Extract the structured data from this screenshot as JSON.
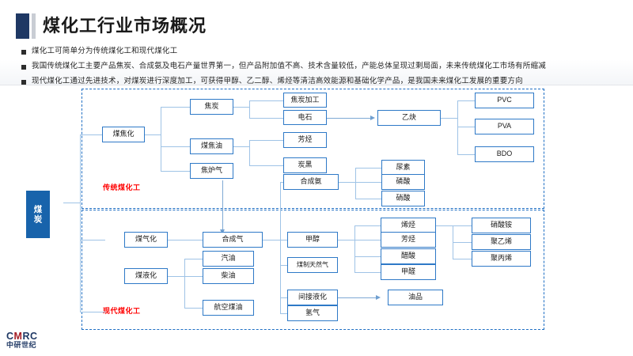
{
  "header": {
    "title": "煤化工行业市场概况",
    "bullets": [
      "煤化工可简单分为传统煤化工和现代煤化工",
      "我国传统煤化工主要产品焦炭、合成氨及电石产量世界第一，但产品附加值不高、技术含量较低，产能总体呈现过剩局面，未来传统煤化工市场有所缩减",
      "现代煤化工通过先进技术，对煤炭进行深度加工，可获得甲醇、乙二醇、烯烃等清洁高效能源和基础化学产品，是我国未来煤化工发展的重要方向"
    ]
  },
  "diagram": {
    "root": {
      "label": "煤炭"
    },
    "groups": [
      {
        "id": "traditional",
        "label": "传统煤化工"
      },
      {
        "id": "modern",
        "label": "现代煤化工"
      }
    ],
    "nodes": {
      "meijiaohua": "煤焦化",
      "jiaotan": "焦炭",
      "meijiaoyou": "煤焦油",
      "jiaoluqi": "焦炉气",
      "jiaotanjiagong": "焦炭加工",
      "dianshi": "电石",
      "fangting1": "芳烃",
      "tanhei": "炭黑",
      "hechengan": "合成氨",
      "yiquan": "乙炔",
      "pvc": "PVC",
      "pva": "PVA",
      "bdo": "BDO",
      "niaosu": "尿素",
      "linsuan": "磷酸",
      "xiaosuan": "硝酸",
      "meiqihua": "煤气化",
      "meiyehua": "煤液化",
      "hechengqi": "合成气",
      "qiyou": "汽油",
      "chaiyou": "柴油",
      "hangkongmeiyou": "航空煤油",
      "jiachun": "甲醇",
      "meizhitianranqi": "煤制天然气",
      "jianjieyehua": "间接液化",
      "qingqi": "氢气",
      "xiting": "烯烃",
      "fangting2": "芳烃",
      "cusuan": "醋酸",
      "jiaquan": "甲醛",
      "youpin": "油品",
      "xiaosuanan": "硝酸铵",
      "juyixi": "聚乙烯",
      "jubingxi": "聚丙烯"
    }
  },
  "logo": {
    "latin_1": "C",
    "latin_2": "M",
    "latin_3": "RC",
    "cn": "中研世纪"
  },
  "colors": {
    "accent_navy": "#1f3864",
    "node_border": "#2e79c7",
    "root_fill": "#1863ab",
    "group_dash": "#1f6fc4",
    "group_label": "#ff0000",
    "connector": "#9fc3e6"
  }
}
